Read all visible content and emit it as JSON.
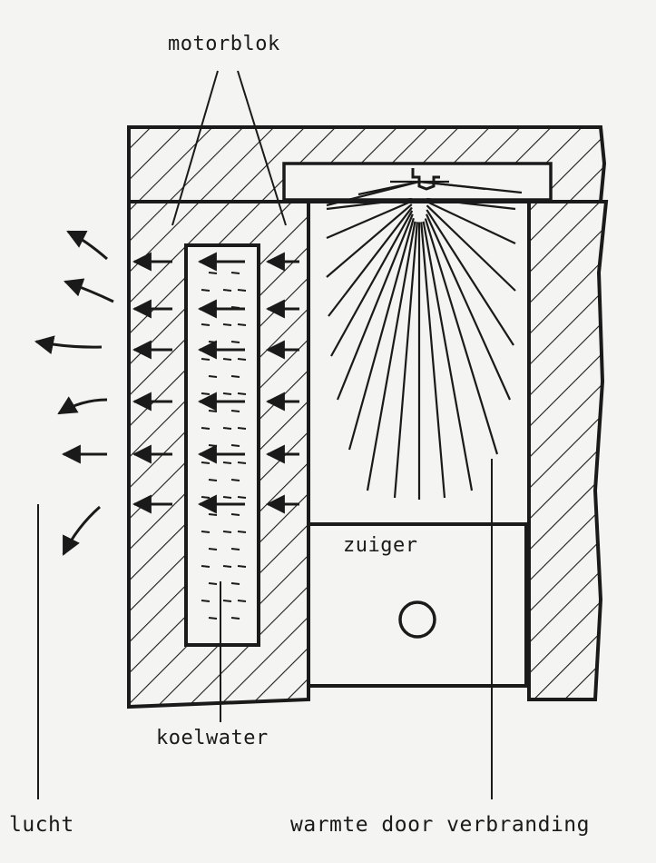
{
  "labels": {
    "engine_block": "motorblok",
    "piston": "zuiger",
    "coolant": "koelwater",
    "air": "lucht",
    "combustion_heat": "warmte door verbranding"
  },
  "colors": {
    "ink": "#1a1a1a",
    "paper": "#f4f4f2"
  }
}
